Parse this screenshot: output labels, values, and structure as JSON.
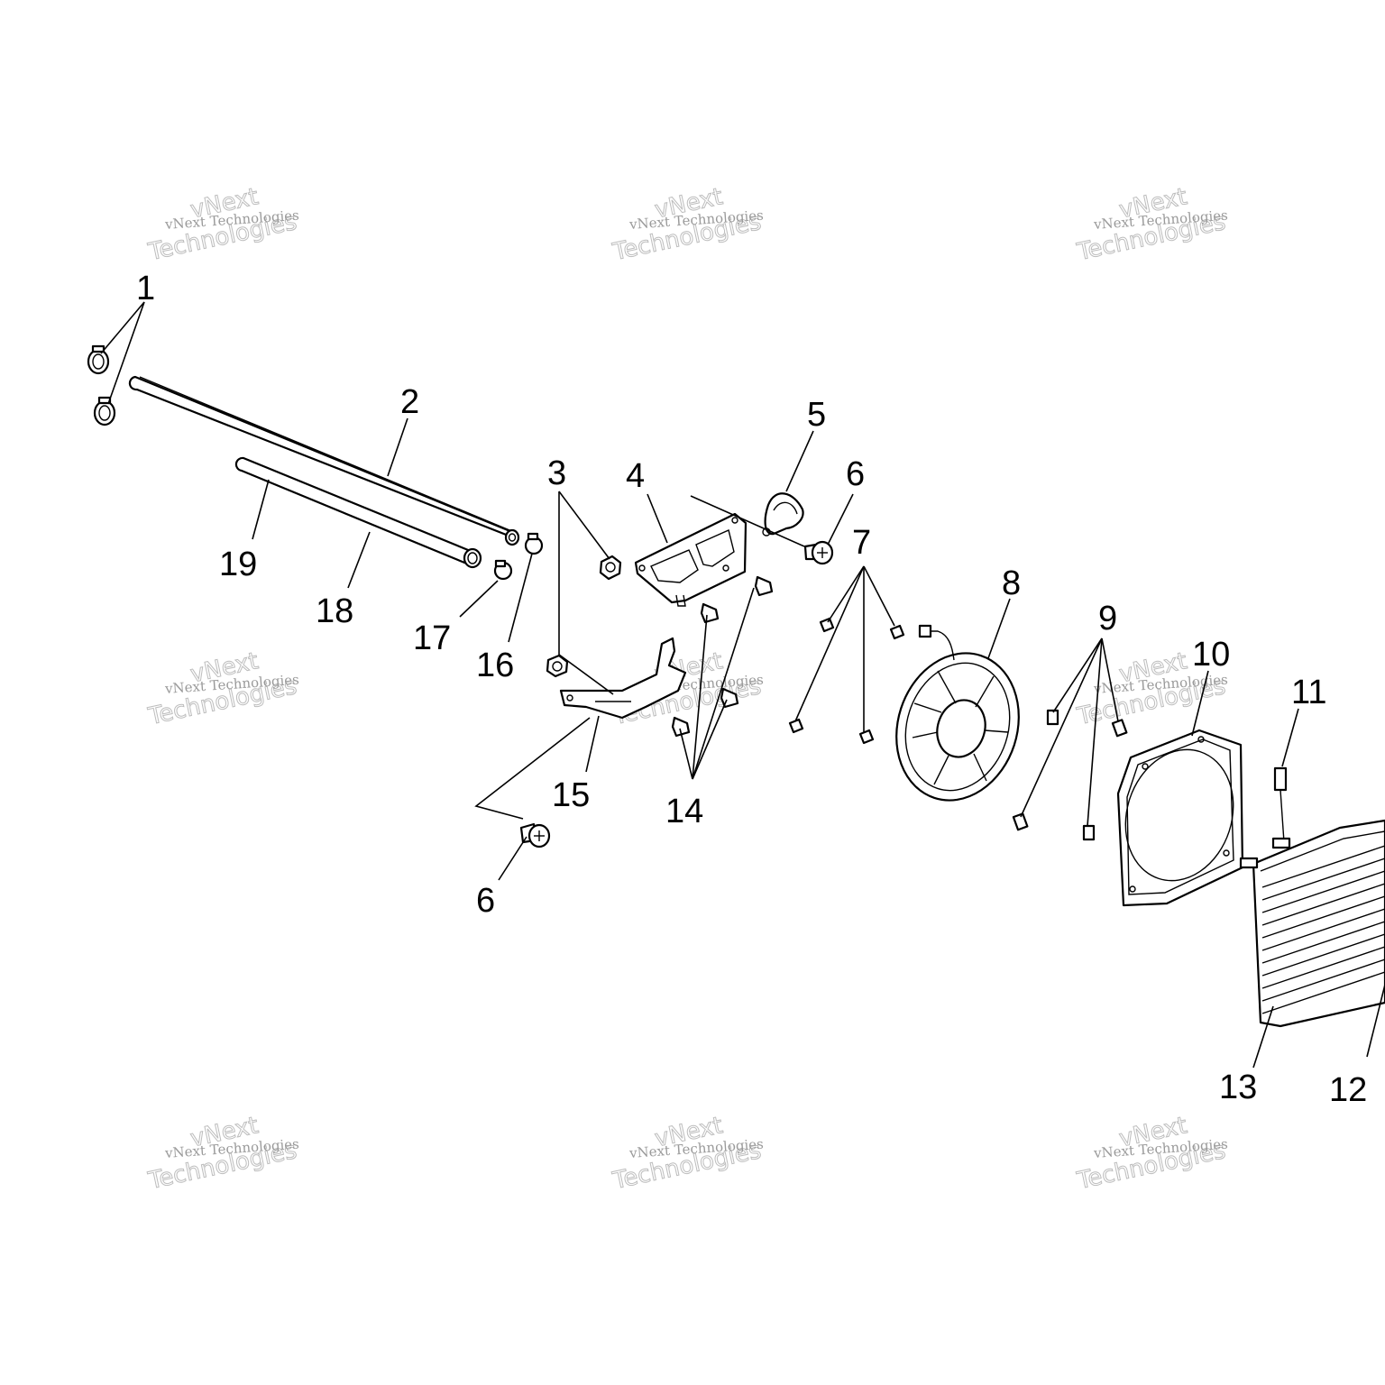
{
  "watermark": {
    "line_small": "vNext Technologies",
    "line_large_1": "vNext",
    "line_large_2": "Technologies"
  },
  "callouts": [
    {
      "id": "c1",
      "label": "1"
    },
    {
      "id": "c2",
      "label": "2"
    },
    {
      "id": "c3",
      "label": "3"
    },
    {
      "id": "c4",
      "label": "4"
    },
    {
      "id": "c5",
      "label": "5"
    },
    {
      "id": "c6a",
      "label": "6"
    },
    {
      "id": "c6b",
      "label": "6"
    },
    {
      "id": "c7",
      "label": "7"
    },
    {
      "id": "c8",
      "label": "8"
    },
    {
      "id": "c9",
      "label": "9"
    },
    {
      "id": "c10",
      "label": "10"
    },
    {
      "id": "c11",
      "label": "11"
    },
    {
      "id": "c12",
      "label": "12"
    },
    {
      "id": "c13",
      "label": "13"
    },
    {
      "id": "c14",
      "label": "14"
    },
    {
      "id": "c15",
      "label": "15"
    },
    {
      "id": "c16",
      "label": "16"
    },
    {
      "id": "c17",
      "label": "17"
    },
    {
      "id": "c18",
      "label": "18"
    },
    {
      "id": "c19",
      "label": "19"
    }
  ]
}
